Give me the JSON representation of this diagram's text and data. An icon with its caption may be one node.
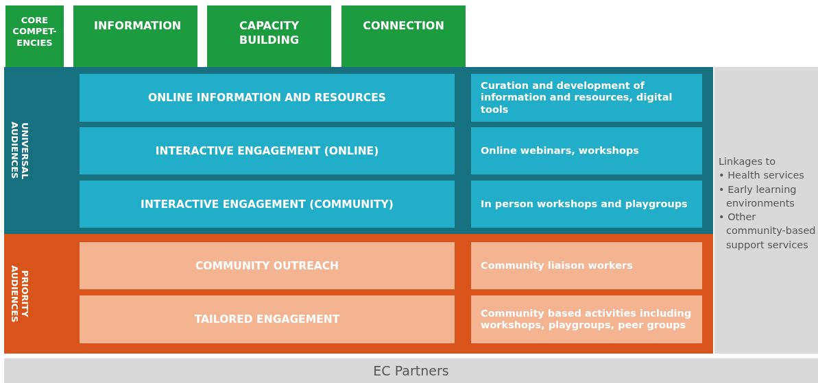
{
  "diagram": {
    "nodes": [
      {
        "text": [
          "CORE COMPET-ENCIES"
        ]
      },
      {
        "text": [
          "INFORMATION"
        ]
      },
      {
        "text": [
          "CAPACITY BUILDING"
        ]
      },
      {
        "text": [
          "CONNECTION"
        ]
      },
      {
        "text": [
          "UNIVERSAL AUDIENCES"
        ]
      },
      {
        "text": [
          "ONLINE INFORMATION AND RESOURCES"
        ],
        "in": 4
      },
      {
        "text": [
          "Curation and development of information and resources, digital tools"
        ],
        "in": 4
      },
      {
        "text": [
          "INTERACTIVE ENGAGEMENT (ONLINE)"
        ],
        "in": 4
      },
      {
        "text": [
          "Online webinars, workshops"
        ],
        "in": 4
      },
      {
        "text": [
          "INTERACTIVE ENGAGEMENT (COMMUNITY)"
        ],
        "in": 4
      },
      {
        "text": [
          "In person workshops and playgroups"
        ],
        "in": 4
      },
      {
        "text": [
          "PRIORITY AUDIENCES"
        ]
      },
      {
        "text": [
          "COMMUNITY OUTREACH"
        ],
        "in": 11
      },
      {
        "text": [
          "Community liaison workers"
        ],
        "in": 11
      },
      {
        "text": [
          "TAILORED ENGAGEMENT"
        ],
        "in": 11
      },
      {
        "text": [
          "Community based activities including workshops, playgroups, peer groups"
        ],
        "in": 11
      },
      {
        "text": [
          "Linkages to",
          "• Health services",
          "• Early learning environments",
          "• Other community-based support services"
        ]
      },
      {
        "text": [
          "EC Partners"
        ]
      }
    ],
    "edges": []
  }
}
